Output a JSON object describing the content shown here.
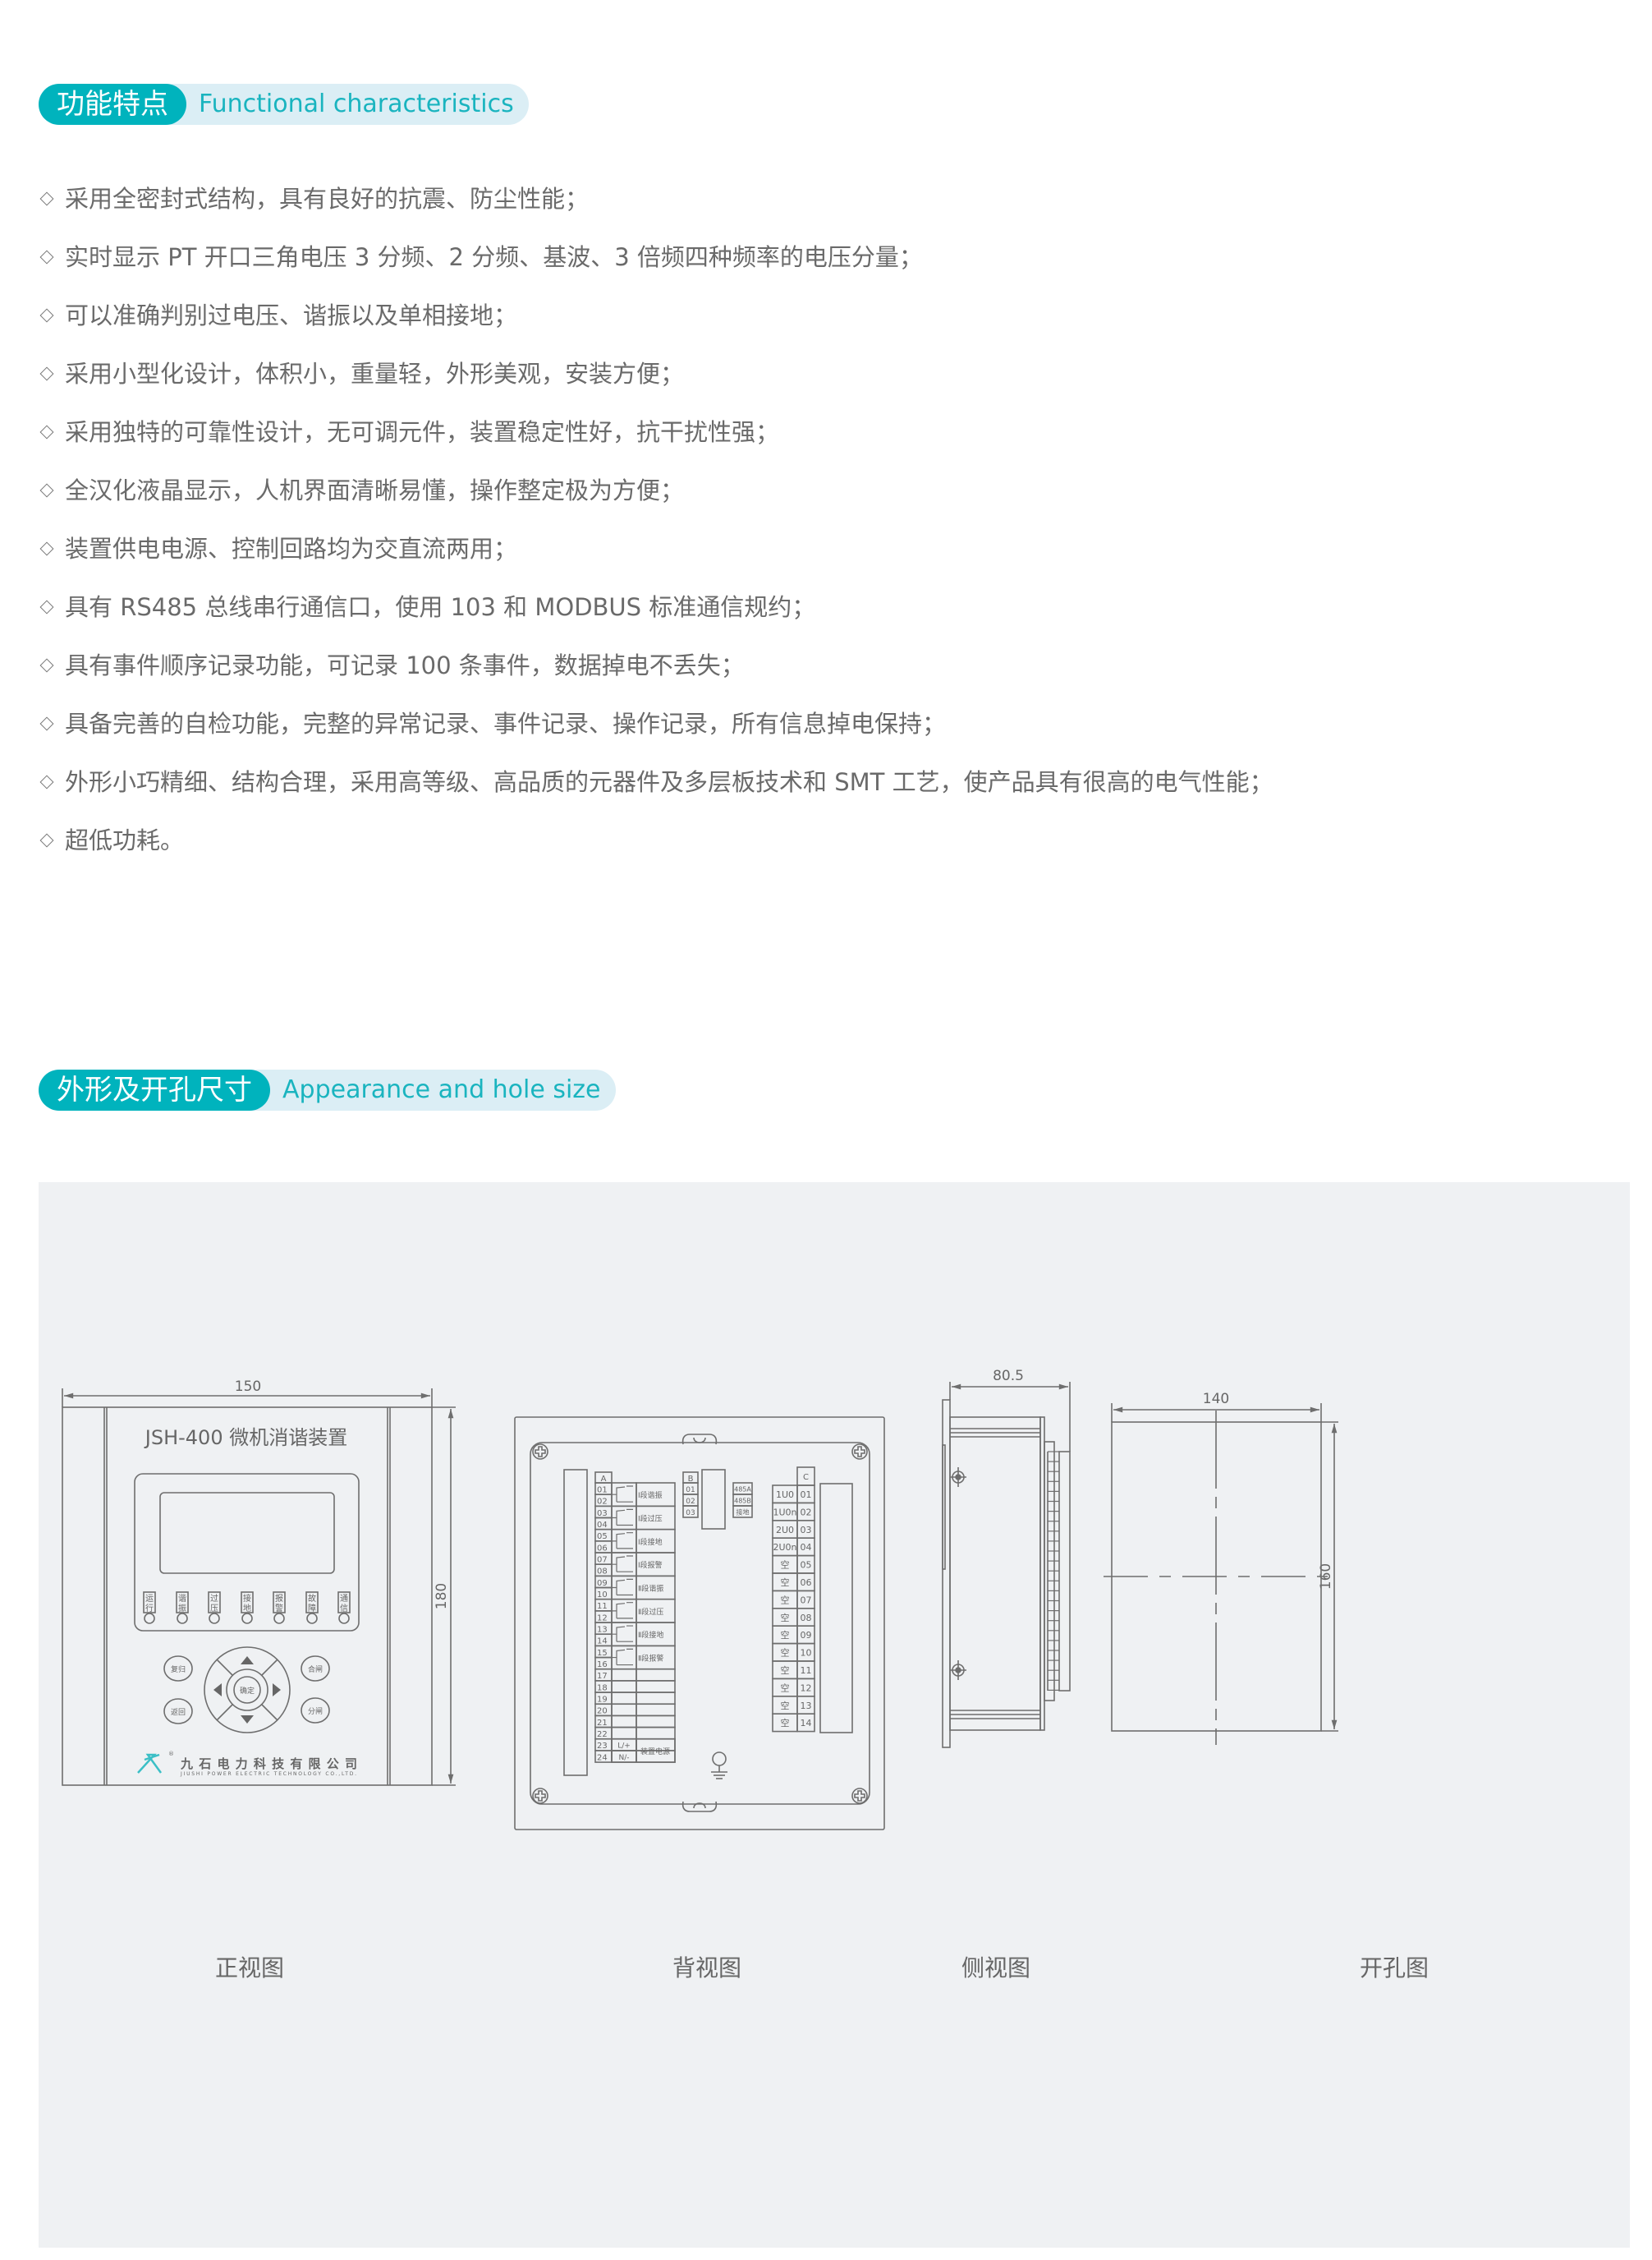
{
  "colors": {
    "accent": "#00b3bd",
    "accent_light": "#dbeef5",
    "text": "#666666",
    "panel": "#eff1f3"
  },
  "section1": {
    "title_zh": "功能特点",
    "title_en": "Functional characteristics",
    "bullet_icon": "diamond-icon",
    "items": [
      "采用全密封式结构，具有良好的抗震、防尘性能；",
      "实时显示 PT 开口三角电压 3 分频、2 分频、基波、3 倍频四种频率的电压分量；",
      "可以准确判别过电压、谐振以及单相接地；",
      "采用小型化设计，体积小，重量轻，外形美观，安装方便；",
      "采用独特的可靠性设计，无可调元件，装置稳定性好，抗干扰性强；",
      "全汉化液晶显示，人机界面清晰易懂，操作整定极为方便；",
      "装置供电电源、控制回路均为交直流两用；",
      "具有 RS485 总线串行通信口，使用 103 和 MODBUS 标准通信规约；",
      "具有事件顺序记录功能，可记录 100 条事件，数据掉电不丢失；",
      "具备完善的自检功能，完整的异常记录、事件记录、操作记录，所有信息掉电保持；",
      "外形小巧精细、结构合理，采用高等级、高品质的元器件及多层板技术和 SMT 工艺，使产品具有很高的电气性能；",
      "超低功耗。"
    ]
  },
  "section2": {
    "title_zh": "外形及开孔尺寸",
    "title_en": "Appearance and hole size"
  },
  "front_view": {
    "caption": "正视图",
    "width_dim": "150",
    "height_dim": "180",
    "device_title": "JSH-400 微机消谐装置",
    "leds": [
      [
        "运",
        "行"
      ],
      [
        "谐",
        "振"
      ],
      [
        "过",
        "压"
      ],
      [
        "接",
        "地"
      ],
      [
        "报",
        "警"
      ],
      [
        "故",
        "障"
      ],
      [
        "通",
        "信"
      ]
    ],
    "buttons": {
      "reset": "复归",
      "back": "返回",
      "confirm": "确定",
      "close": "合闸",
      "open": "分闸"
    },
    "logo_zh": "九石电力科技有限公司",
    "logo_en": "JIUSHI POWER ELECTRIC TECHNOLOGY CO.,LTD.",
    "logo_mark": "®"
  },
  "back_view": {
    "caption": "背视图",
    "terminal_a": {
      "header": "A",
      "rows": [
        "01",
        "02",
        "03",
        "04",
        "05",
        "06",
        "07",
        "08",
        "09",
        "10",
        "11",
        "12",
        "13",
        "14",
        "15",
        "16",
        "17",
        "18",
        "19",
        "20",
        "21",
        "22",
        "23",
        "24"
      ],
      "relays": [
        "Ⅰ段谐振",
        "Ⅰ段过压",
        "Ⅰ段接地",
        "Ⅰ段报警",
        "Ⅱ段谐振",
        "Ⅱ段过压",
        "Ⅱ段接地",
        "Ⅱ段报警"
      ],
      "power": {
        "l": "L/+",
        "n": "N/-",
        "label": "装置电源"
      }
    },
    "terminal_b": {
      "header": "B",
      "rows": [
        "01",
        "02",
        "03"
      ],
      "labels": [
        "485A",
        "485B",
        "接地"
      ]
    },
    "terminal_c": {
      "header": "C",
      "rows": [
        "01",
        "02",
        "03",
        "04",
        "05",
        "06",
        "07",
        "08",
        "09",
        "10",
        "11",
        "12",
        "13",
        "14"
      ],
      "labels": [
        "1U0",
        "1U0n",
        "2U0",
        "2U0n",
        "空",
        "空",
        "空",
        "空",
        "空",
        "空",
        "空",
        "空",
        "空",
        "空"
      ]
    }
  },
  "side_view": {
    "caption": "侧视图",
    "depth_dim": "80.5"
  },
  "cutout_view": {
    "caption": "开孔图",
    "width_dim": "140",
    "height_dim": "160"
  }
}
